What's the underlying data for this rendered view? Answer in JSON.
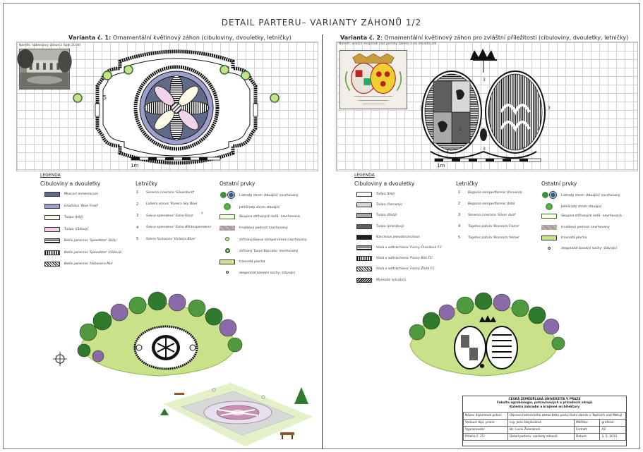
{
  "sheet": {
    "title": "DETAIL PARTERU– VARIANTY ZÁHONŮ 1/2"
  },
  "left": {
    "variant_label": "Varianta č. 1:",
    "variant_text": " Ornamentální květinový záhon (cibuloviny, dvouletky, letničky)",
    "photo_caption": "Námět: kobercový záhon z Spel.20.stř",
    "scale": "1m",
    "section_number": "5",
    "legend_title": "LEGENDA",
    "col1_title": "Cibuloviny a dvouletky",
    "col1": [
      {
        "text": "Muscari armeniacum",
        "swatch": "#606a88"
      },
      {
        "text": "Gladiolus 'Blue Frost'",
        "swatch": "#9da0cc"
      },
      {
        "text": "Tulipa (bílý)",
        "swatch": "#fdfbe6"
      },
      {
        "text": "Tulipa (růžový)",
        "swatch": "#f1d4ea"
      },
      {
        "text": "Bellis perennis 'Speedstar' (bílá)",
        "swatch": "hlines"
      },
      {
        "text": "Bellis perennis 'Speedstar' (růžová)",
        "swatch": "vlines"
      },
      {
        "text": "Bellis perennis 'Habanera Mix'",
        "swatch": "diag"
      }
    ],
    "col2_title": "Letničky",
    "col2": [
      {
        "n": "1",
        "text": "Senecio cineraria 'Silverdurst'"
      },
      {
        "n": "2",
        "text": "Lobelia erinus 'Riviera Sky Blue'"
      },
      {
        "n": "3",
        "text": "Salvia splendens 'Salsa Rose'"
      },
      {
        "n": "4",
        "text": "Salvia splendens 'Salsa Whitesplendens'"
      },
      {
        "n": "5",
        "text": "Salvia farinacea 'Victoria Blue'"
      }
    ],
    "col2_note": "†",
    "col3_title": "Ostatní prvky",
    "col3": [
      {
        "text": "Listnatý strom stávající/ navrhovaný",
        "icon": "trees"
      },
      {
        "text": "Jehličnatý strom stávající",
        "icon": "conifer"
      },
      {
        "text": "Skupina stříhaných keřů- navrhovaná",
        "icon": "hedge"
      },
      {
        "text": "trvalkový podrost navrhovaný",
        "icon": "perennial"
      },
      {
        "text": "stříhaný Buxus sempervirens navrhovaný",
        "icon": "ring-green"
      },
      {
        "text": "stříhaný Taxus Baccata- navrhovaný",
        "icon": "ring-dark"
      },
      {
        "text": "travnatá plocha",
        "icon": "lawn"
      },
      {
        "text": "alegorické barokní sochy- stávající",
        "icon": "ring-small"
      }
    ]
  },
  "right": {
    "variant_label": "Varianta č. 2",
    "variant_text": ": Ornamentální květinový záhon pro zvláštní příležitosti (cibuloviny, dvouletky, letničky)",
    "photo_caption": "Námět: aliační dvojznak nad portály zámku a na ohradní zdi",
    "scale": "1m",
    "legend_title": "LEGENDA",
    "col1_title": "Cibuloviny a dvouletky",
    "col1": [
      {
        "text": "Tulipa (bílý)",
        "swatch": "#ffffff"
      },
      {
        "text": "Tulipa (červený)",
        "swatch": "#d7d7d7"
      },
      {
        "text": "Tulipa (žlutý)",
        "swatch": "#a9a9a9"
      },
      {
        "text": "Tulipa (oranžový)",
        "swatch": "#5f5f5f"
      },
      {
        "text": "Narcissus pseudonarcissus",
        "swatch": "#1f1f1f"
      },
      {
        "text": "Viola x wittrochiana 'Fancy Oranžová F1'",
        "swatch": "hlines"
      },
      {
        "text": "Viola x wittrochiana 'Fancy Bílá F1'",
        "swatch": "vlines"
      },
      {
        "text": "Viola x wittrochiana 'Fancy Žlutá F1'",
        "swatch": "diag"
      },
      {
        "text": "Myosotis sylvatica",
        "swatch": "diag2"
      }
    ],
    "col2_title": "Letničky",
    "col2": [
      {
        "n": "1",
        "text": "Begonia semperflorens (červená)"
      },
      {
        "n": "2",
        "text": "Begonia semperflorens (bílá)"
      },
      {
        "n": "3",
        "text": "Senecio cineraria 'Silver dust'"
      },
      {
        "n": "4",
        "text": "Tagetes patula 'Bonanza Flame'"
      },
      {
        "n": "5",
        "text": "Tagetes patula 'Bonanza Yellow'"
      }
    ],
    "col3_title": "Ostatní prvky",
    "col3": [
      {
        "text": "Listnatý strom stávající/ navrhovaný",
        "icon": "trees"
      },
      {
        "text": "Jehličnatý strom stávající",
        "icon": "conifer"
      },
      {
        "text": "Skupina stříhaných keřů- navrhovaná",
        "icon": "hedge"
      },
      {
        "text": "trvalkový podrost navrhovaný",
        "icon": "perennial"
      },
      {
        "text": "travnatá plocha",
        "icon": "lawn"
      },
      {
        "text": "alegorické barokní sochy- stávající",
        "icon": "ring-small"
      }
    ]
  },
  "titleblock": {
    "org1": "ČESKÁ ZEMĚDĚLSKÁ UNIVERZITA V PRAZE",
    "org2": "Fakulta agrobiologie, potravinových a přírodních zdrojů",
    "org3": "Katedra zahradní a krajinné architektury",
    "rows": [
      [
        {
          "t": "Název diplomové práce:"
        },
        {
          "t": "Obnova historického zámeckého parku Dolní zámek v Teplicích nad Metují",
          "span": 3
        }
      ],
      [
        {
          "t": "Vedoucí dipl. práce:"
        },
        {
          "t": "Ing. Jana Stejskalová"
        },
        {
          "t": "Měřítko:"
        },
        {
          "t": "grafické"
        }
      ],
      [
        {
          "t": "Vypracovala:"
        },
        {
          "t": "Bc. Lucie Želenková"
        },
        {
          "t": "Formát:"
        },
        {
          "t": "A3"
        }
      ],
      [
        {
          "t": "Příloha č. 25:"
        },
        {
          "t": "Detail parteru- varianty záhonů"
        },
        {
          "t": "Datum:"
        },
        {
          "t": "3. 5. 2013"
        }
      ]
    ]
  },
  "colors": {
    "grid": "#d0d0d0",
    "muscari": "#606a88",
    "gladiolus": "#9da0cc",
    "lawn": "#c9e28a",
    "tree": "#3f8f3a"
  }
}
